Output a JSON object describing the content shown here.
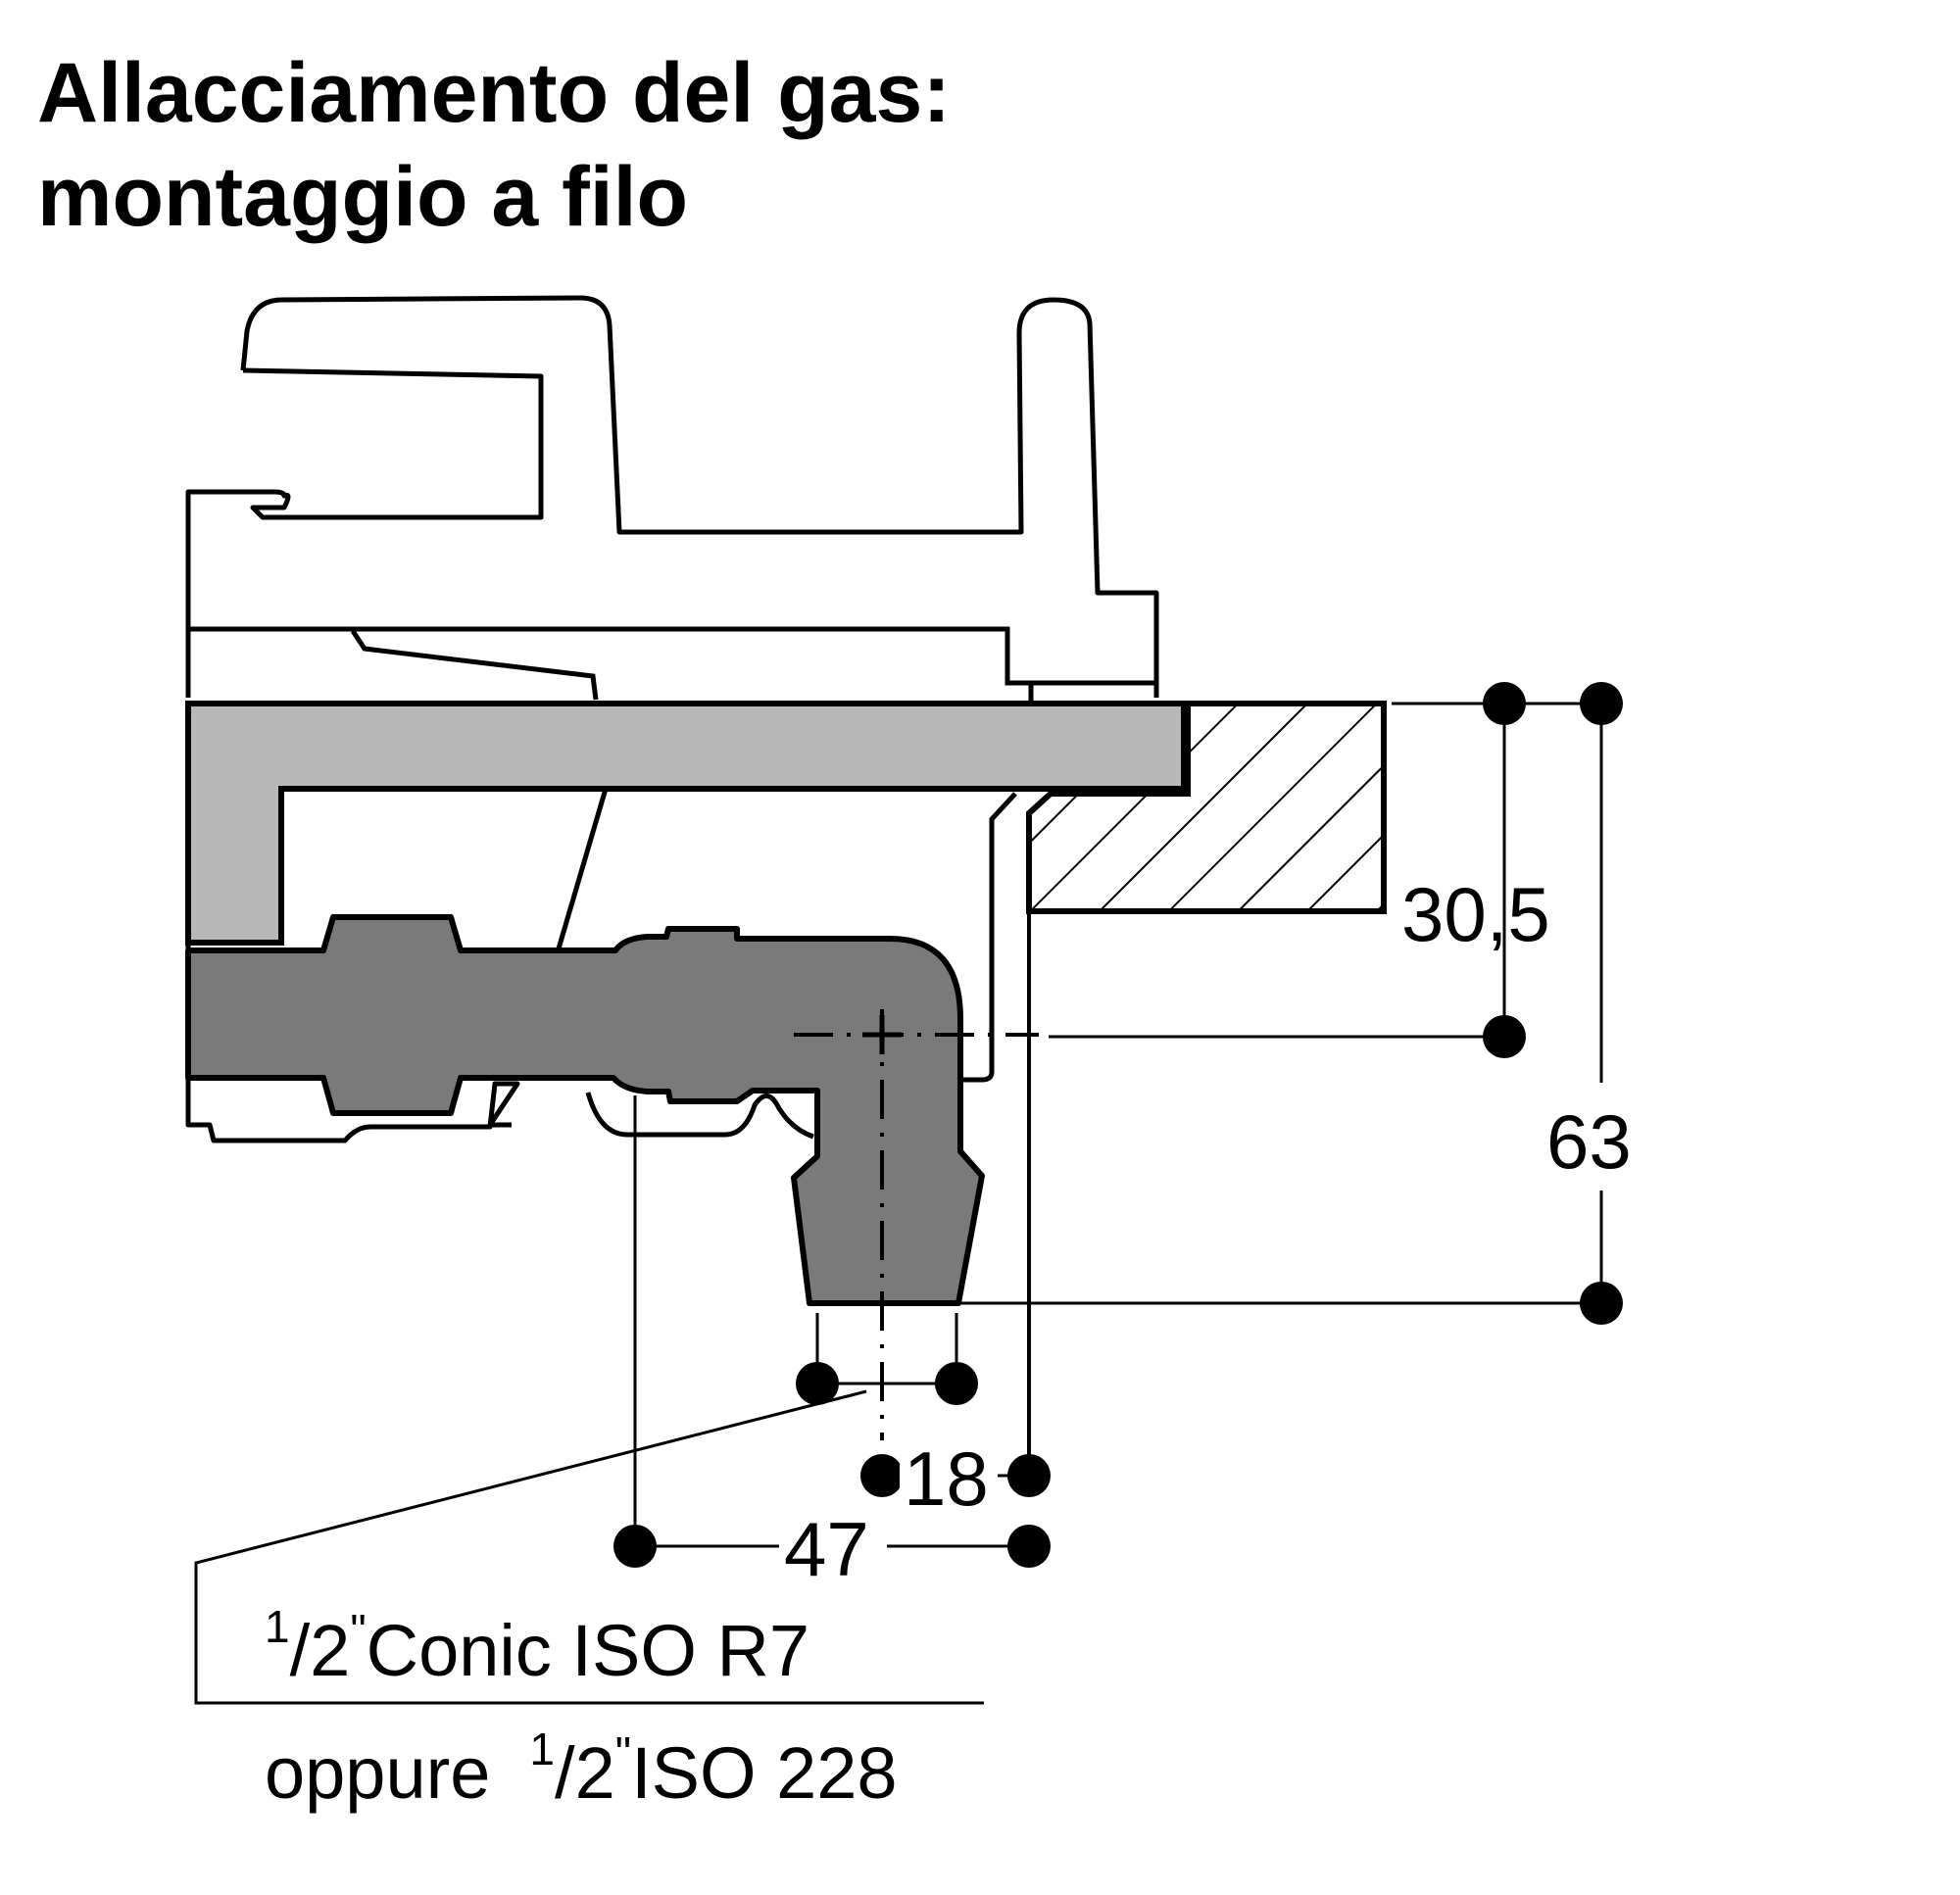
{
  "title": {
    "line1": "Allacciamento del gas:",
    "line2": "montaggio a filo"
  },
  "dimensions": {
    "d1": "30,5",
    "d2": "63",
    "d3": "18",
    "d4": "47"
  },
  "thread_note": {
    "line1_frac_num": "1",
    "line1_frac_den": "/2",
    "line1_inch": "\"",
    "line1_text": "Conic ISO R7",
    "line2_prefix": "oppure",
    "line2_frac_num": "1",
    "line2_frac_den": "/2",
    "line2_inch": "\"",
    "line2_text": "ISO 228"
  },
  "colors": {
    "plate": "#b8b8b8",
    "pipe": "#7a7a7a",
    "line": "#000000"
  }
}
